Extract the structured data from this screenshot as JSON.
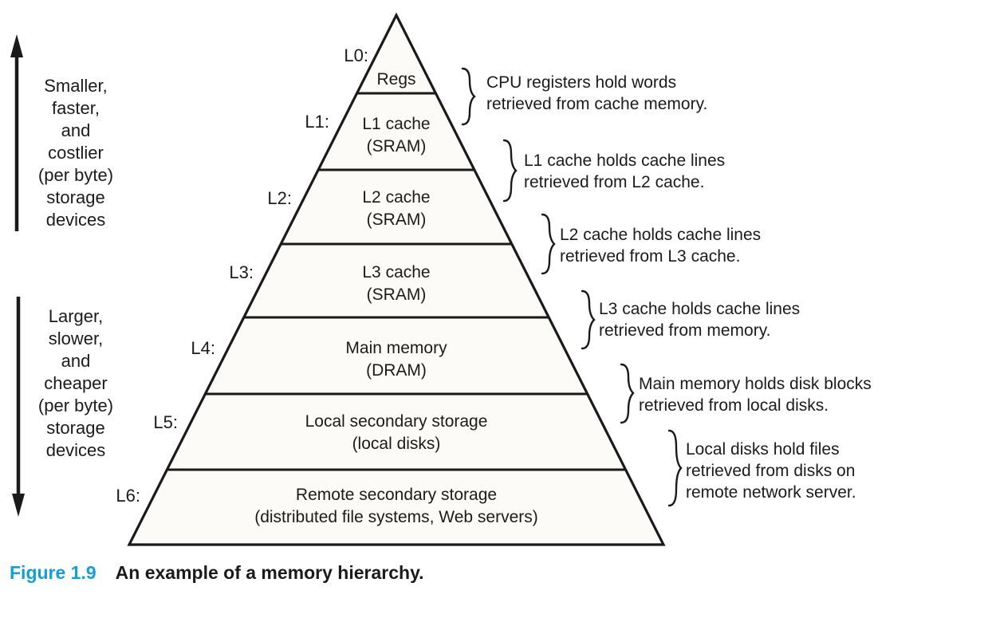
{
  "left_panel": {
    "top_text": "Smaller,\nfaster,\nand\ncostlier\n(per byte)\nstorage\ndevices",
    "bottom_text": "Larger,\nslower,\nand\ncheaper\n(per byte)\nstorage\ndevices"
  },
  "pyramid": {
    "fill_color": "#fcfbf8",
    "line_color": "#1a1a1a",
    "levels": [
      {
        "tag": "L0:",
        "line1": "Regs"
      },
      {
        "tag": "L1:",
        "line1": "L1 cache",
        "line2": "(SRAM)"
      },
      {
        "tag": "L2:",
        "line1": "L2 cache",
        "line2": "(SRAM)"
      },
      {
        "tag": "L3:",
        "line1": "L3 cache",
        "line2": "(SRAM)"
      },
      {
        "tag": "L4:",
        "line1": "Main memory",
        "line2": "(DRAM)"
      },
      {
        "tag": "L5:",
        "line1": "Local secondary storage",
        "line2": "(local disks)"
      },
      {
        "tag": "L6:",
        "line1": "Remote secondary storage",
        "line2": "(distributed file systems, Web servers)"
      }
    ]
  },
  "annotations": [
    {
      "text": "CPU registers hold words\nretrieved from cache memory."
    },
    {
      "text": "L1 cache holds cache lines\nretrieved from L2 cache."
    },
    {
      "text": "L2 cache holds cache lines\nretrieved from L3 cache."
    },
    {
      "text": "L3 cache holds cache lines\nretrieved from memory."
    },
    {
      "text": "Main memory holds disk blocks\nretrieved from local disks."
    },
    {
      "text": "Local disks hold files\nretrieved from disks on\nremote network server."
    }
  ],
  "caption": {
    "label": "Figure 1.9",
    "label_color": "#129fd9",
    "text": "An example of a memory hierarchy."
  }
}
